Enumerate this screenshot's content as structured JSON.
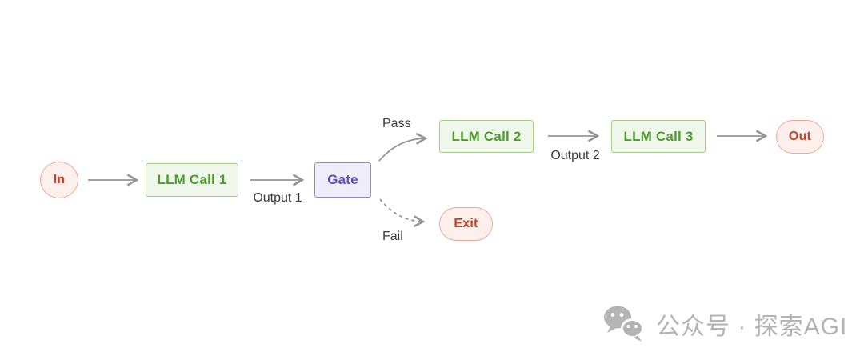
{
  "diagram": {
    "nodes": {
      "in": {
        "label": "In",
        "type": "terminal-pill"
      },
      "llm_call_1": {
        "label": "LLM Call 1",
        "type": "process"
      },
      "gate": {
        "label": "Gate",
        "type": "gate"
      },
      "llm_call_2": {
        "label": "LLM Call 2",
        "type": "process"
      },
      "llm_call_3": {
        "label": "LLM Call 3",
        "type": "process"
      },
      "out": {
        "label": "Out",
        "type": "terminal-pill"
      },
      "exit": {
        "label": "Exit",
        "type": "terminal-pill"
      }
    },
    "edges": {
      "in_to_llm1": {
        "from": "in",
        "to": "llm_call_1",
        "label": "",
        "style": "solid"
      },
      "llm1_to_gate": {
        "from": "llm_call_1",
        "to": "gate",
        "label": "Output 1",
        "style": "solid"
      },
      "gate_to_llm2": {
        "from": "gate",
        "to": "llm_call_2",
        "label": "Pass",
        "style": "solid-curve"
      },
      "gate_to_exit": {
        "from": "gate",
        "to": "exit",
        "label": "Fail",
        "style": "dashed-curve"
      },
      "llm2_to_llm3": {
        "from": "llm_call_2",
        "to": "llm_call_3",
        "label": "Output 2",
        "style": "solid"
      },
      "llm3_to_out": {
        "from": "llm_call_3",
        "to": "out",
        "label": "",
        "style": "solid"
      }
    }
  },
  "watermark": {
    "icon": "wechat-icon",
    "text": "公众号 · 探索AGI"
  },
  "colors": {
    "green-fill": "#eff6ea",
    "green-border": "#a9cd88",
    "green-text": "#4e9c2f",
    "pink-fill": "#fdf0ec",
    "pink-border": "#edaa96",
    "red-text": "#c14328",
    "purple-fill": "#eeedf9",
    "purple-border": "#8f87d2",
    "purple-text": "#5b51c5",
    "arrow": "#949494",
    "label-text": "#3a3a3a",
    "watermark": "#b4b4b4",
    "background": "#ffffff"
  }
}
